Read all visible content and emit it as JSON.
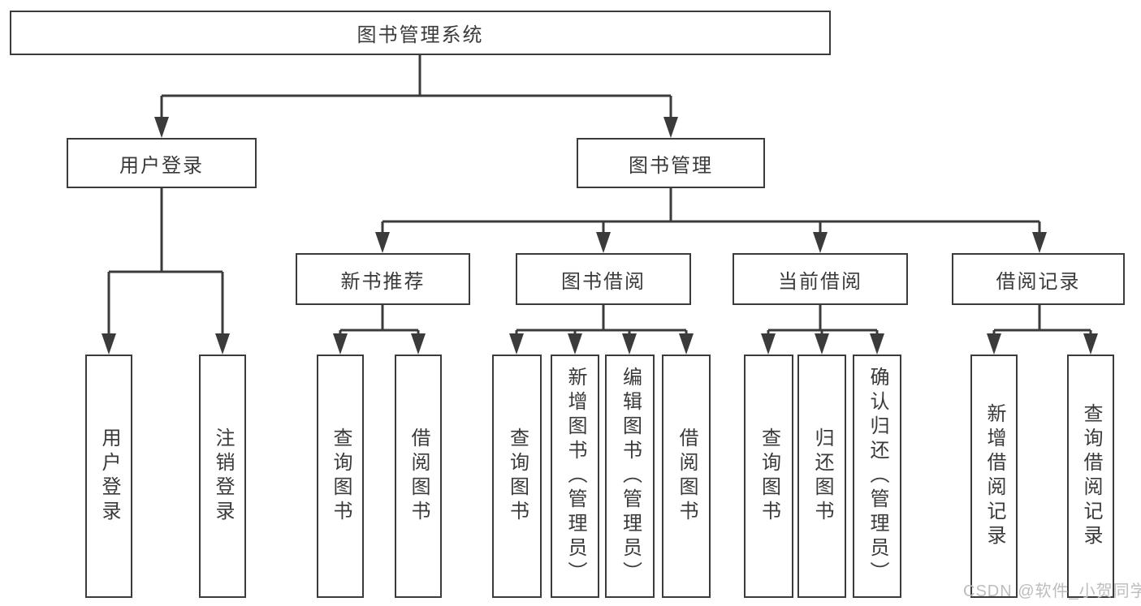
{
  "diagram": {
    "nodes": {
      "root": "图书管理系统",
      "user_login": "用户登录",
      "book_mgmt": "图书管理",
      "new_book_rec": "新书推荐",
      "book_borrow": "图书借阅",
      "current_borrow": "当前借阅",
      "borrow_records": "借阅记录",
      "leaf_user_login": "用户登录",
      "leaf_logout": "注销登录",
      "leaf_nb_query": "查询图书",
      "leaf_nb_borrow": "借阅图书",
      "leaf_bb_query": "查询图书",
      "leaf_bb_add": "新增图书（管理员）",
      "leaf_bb_edit": "编辑图书（管理员）",
      "leaf_bb_borrow": "借阅图书",
      "leaf_cb_query": "查询图书",
      "leaf_cb_return": "归还图书",
      "leaf_cb_confirm": "确认归还（管理员）",
      "leaf_rec_add": "新增借阅记录",
      "leaf_rec_query": "查询借阅记录"
    },
    "hierarchy": {
      "图书管理系统": [
        "用户登录",
        "图书管理"
      ],
      "用户登录": [
        "用户登录",
        "注销登录"
      ],
      "图书管理": [
        "新书推荐",
        "图书借阅",
        "当前借阅",
        "借阅记录"
      ],
      "新书推荐": [
        "查询图书",
        "借阅图书"
      ],
      "图书借阅": [
        "查询图书",
        "新增图书（管理员）",
        "编辑图书（管理员）",
        "借阅图书"
      ],
      "当前借阅": [
        "查询图书",
        "归还图书",
        "确认归还（管理员）"
      ],
      "借阅记录": [
        "新增借阅记录",
        "查询借阅记录"
      ]
    },
    "colors": {
      "line": "#3b3b3b",
      "text": "#3a3a3a",
      "background": "#ffffff",
      "watermark": "#bdbdbd"
    }
  },
  "watermark": {
    "text": "CSDN @软件_小贺同学"
  }
}
